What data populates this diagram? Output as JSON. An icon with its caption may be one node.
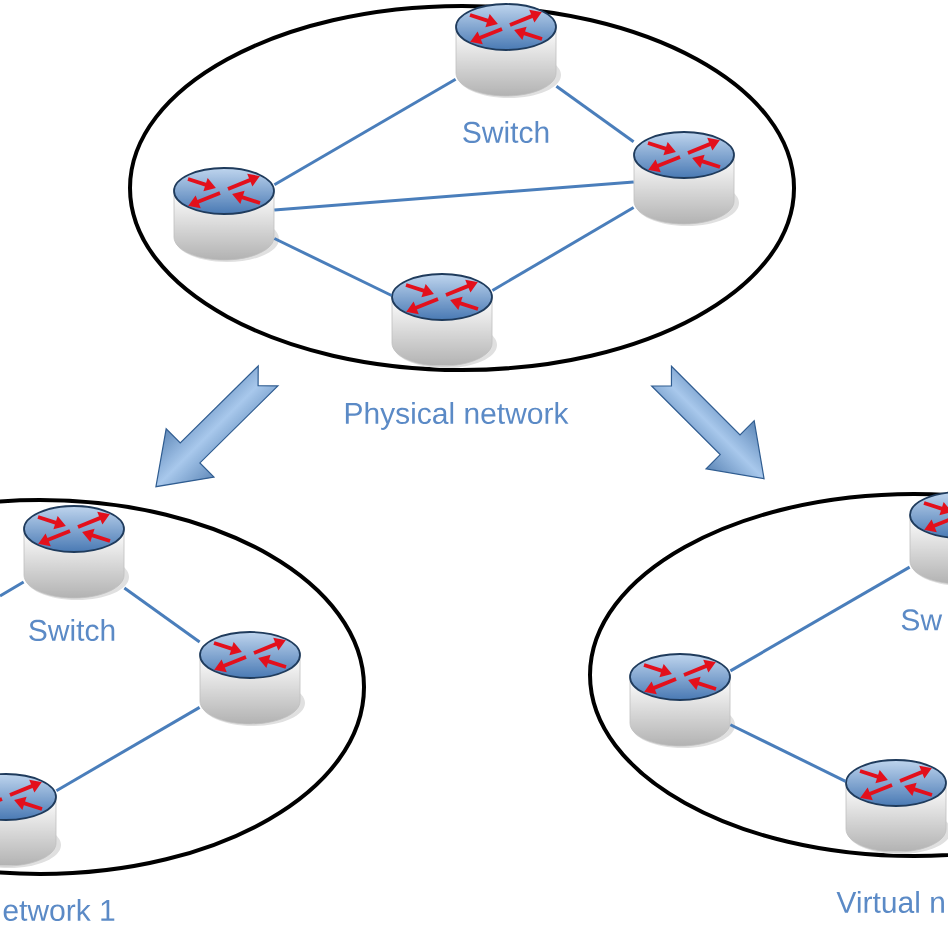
{
  "diagram": {
    "nodes": [
      {
        "text": [
          "Physical network"
        ]
      },
      {
        "text": [],
        "shape": "picture",
        "in": 0,
        "beside": [
          "Switch"
        ]
      },
      {
        "text": [],
        "shape": "picture",
        "in": 0
      },
      {
        "text": [],
        "shape": "picture",
        "in": 0
      },
      {
        "text": [],
        "shape": "picture",
        "in": 0
      },
      {
        "text": [
          "etwork 1"
        ]
      },
      {
        "text": [],
        "shape": "picture",
        "in": 5,
        "beside": [
          "Switch"
        ]
      },
      {
        "text": [],
        "shape": "picture",
        "in": 5
      },
      {
        "text": [],
        "shape": "picture",
        "in": 5
      },
      {
        "text": [
          "Virtual n"
        ]
      },
      {
        "text": [],
        "shape": "picture",
        "in": 9,
        "beside": [
          "Sw"
        ]
      },
      {
        "text": [],
        "shape": "picture",
        "in": 9
      },
      {
        "text": [],
        "shape": "picture",
        "in": 9
      }
    ],
    "edges": [
      {
        "from": 3,
        "to": 1,
        "arrow": "none"
      },
      {
        "from": 3,
        "to": 2,
        "arrow": "none"
      },
      {
        "from": 3,
        "to": 4,
        "arrow": "none"
      },
      {
        "from": 1,
        "to": 2,
        "arrow": "none"
      },
      {
        "from": 2,
        "to": 4,
        "arrow": "none"
      },
      {
        "from": 0,
        "to": 5,
        "arrow": "to",
        "style": "thick"
      },
      {
        "from": 0,
        "to": 9,
        "arrow": "to",
        "style": "thick"
      },
      {
        "from": 6,
        "to": null,
        "arrow": "none"
      },
      {
        "from": 6,
        "to": 7,
        "arrow": "none"
      },
      {
        "from": 7,
        "to": 8,
        "arrow": "none"
      },
      {
        "from": 11,
        "to": 10,
        "arrow": "none"
      },
      {
        "from": 11,
        "to": 12,
        "arrow": "none"
      }
    ]
  }
}
